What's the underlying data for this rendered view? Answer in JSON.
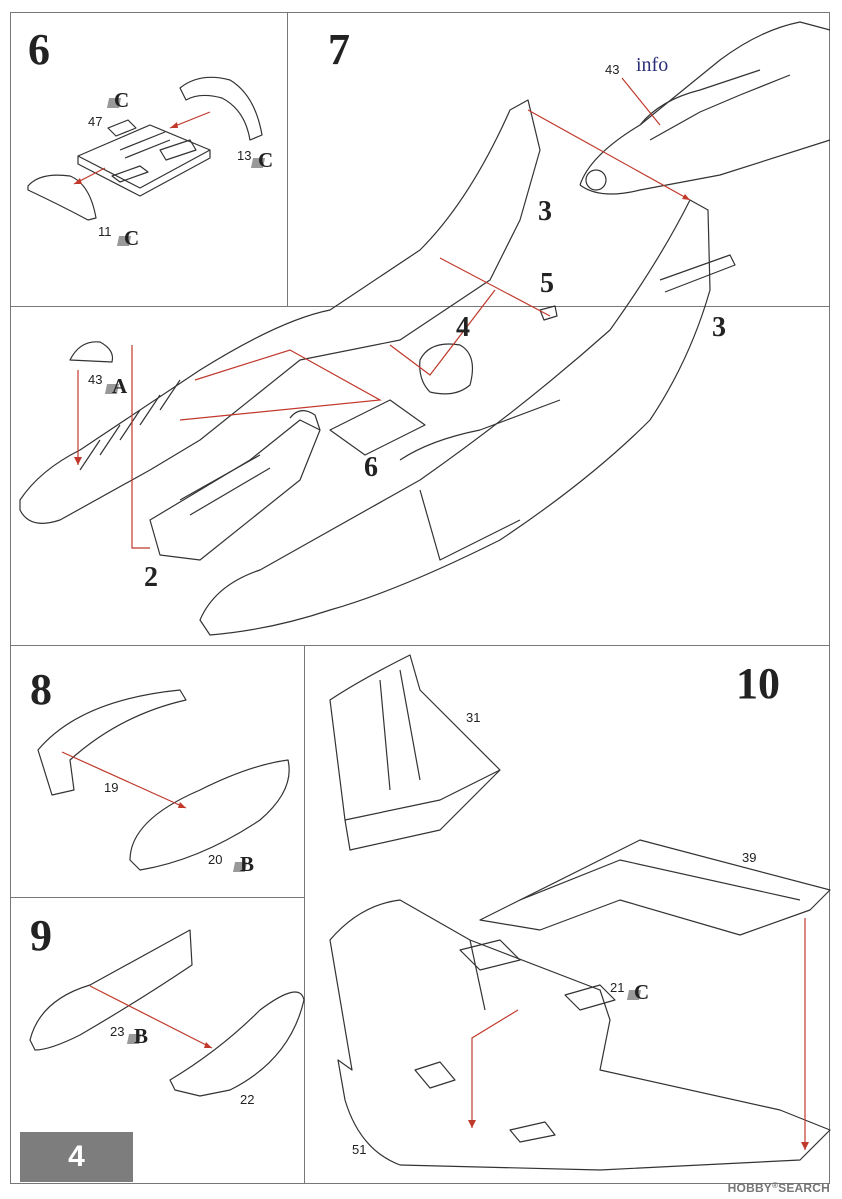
{
  "page": {
    "number": "4",
    "watermark_brand": "HOBBY",
    "watermark_suffix": "SEARCH",
    "watermark_mark": "®"
  },
  "steps": {
    "s6": {
      "number": "6",
      "parts": {
        "p47": "47",
        "p13": "13",
        "p11": "11"
      },
      "badges": {
        "b47": "C",
        "b13": "C",
        "b11": "C"
      }
    },
    "s7": {
      "number": "7",
      "parts": {
        "p43": "43",
        "p43b": "43"
      },
      "badges": {
        "b43": "A"
      },
      "info": "info",
      "callouts": {
        "c3a": "3",
        "c3b": "3",
        "c5": "5",
        "c4": "4",
        "c6": "6",
        "c2": "2"
      }
    },
    "s8": {
      "number": "8",
      "parts": {
        "p19": "19",
        "p20": "20"
      },
      "badges": {
        "b20": "B"
      }
    },
    "s9": {
      "number": "9",
      "parts": {
        "p23": "23",
        "p22": "22"
      },
      "badges": {
        "b23": "B"
      }
    },
    "s10": {
      "number": "10",
      "parts": {
        "p31": "31",
        "p39": "39",
        "p21": "21",
        "p51": "51"
      },
      "badges": {
        "b21": "C"
      }
    }
  },
  "colors": {
    "arrow": "#c0392b",
    "line": "#333333",
    "badge": "#999999",
    "pagebox": "#7d7d7d"
  }
}
